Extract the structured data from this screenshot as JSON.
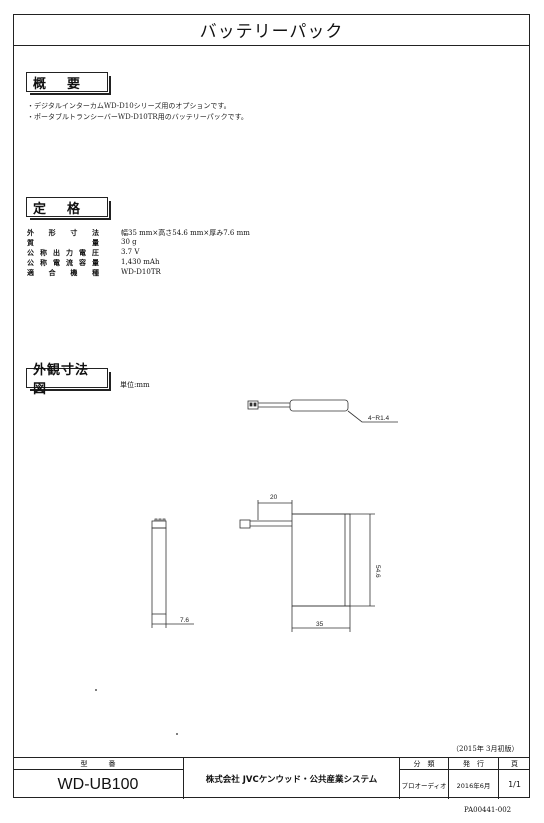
{
  "title": "バッテリーパック",
  "overview": {
    "heading": "概　要",
    "lines": [
      "・デジタルインターカムWD-D10シリーズ用のオプションです。",
      "・ポータブルトランシーバーWD-D10TR用のバッテリーパックです。"
    ]
  },
  "specs": {
    "heading": "定　格",
    "rows": [
      {
        "label": "外形寸法",
        "value": "幅35 mm×高さ54.6 mm×厚み7.6 mm"
      },
      {
        "label": "質量",
        "value": "30 g"
      },
      {
        "label": "公称出力電圧",
        "value": "3.7 V"
      },
      {
        "label": "公称電流容量",
        "value": "1,430 mAh"
      },
      {
        "label": "適合機種",
        "value": "WD-D10TR"
      }
    ]
  },
  "drawing": {
    "heading": "外観寸法図",
    "unit": "単位:mm",
    "dims": {
      "radius": "4−R1.4",
      "width_top": "20",
      "height": "54.6",
      "width": "35",
      "thickness": "7.6"
    }
  },
  "edition": "（2015年 3月初版）",
  "title_block": {
    "model_header": "型　　　番",
    "model": "WD-UB100",
    "company": "株式会社 JVCケンウッド・公共産業システム",
    "class_header": "分　類",
    "class_value": "プロオーディオ",
    "issue_header": "発　行",
    "issue_value": "2016年6月",
    "page_header": "頁",
    "page_value": "1/1"
  },
  "doc_no": "PA00441-002"
}
